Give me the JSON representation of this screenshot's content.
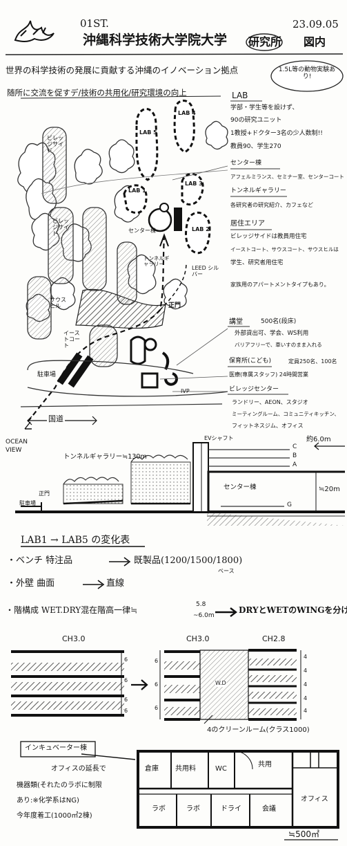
{
  "header": {
    "code": "01ST.",
    "title": "沖縄科学技術大学院大学",
    "tag": "研究所",
    "scale": "図内",
    "date": "23.09.05"
  },
  "intro": {
    "line1": "世界の科学技術の発展に貢献する沖縄のイノベーション拠点",
    "line2": "随所に交流を促すデ/技術の共用化/研究環境の向上",
    "bubble": "1.5L等の動物実験あり!"
  },
  "site_labels": {
    "lab1": "LAB 1",
    "lab2": "LAB 2",
    "lab3": "LAB 3",
    "lab4": "LAB 4",
    "lab5": "LAB 5",
    "center": "センター棟",
    "tunnel": "トンネルギャラリー",
    "leed": "LEED シルバー",
    "village_right": "ビレッジサイド",
    "village_left": "ビレッジサイド",
    "south": "サウスヒル",
    "east": "イーストコート",
    "parking": "駐車場",
    "main_gate": "正門",
    "national_road": "国道",
    "ocean_view": "OCEAN VIEW",
    "ivp": "IVP"
  },
  "notes": {
    "lab_title": "LAB",
    "lab_body": [
      "学部・学生等を設けず、",
      "90の研究ユニット",
      "1教授+ドクター3名の少人数制!!",
      "教員90、学生270"
    ],
    "center_title": "センター棟",
    "center_body": "アフェルミランス、セミナー室、センターコート",
    "tunnel_title": "トンネルギャラリー",
    "tunnel_body": "各研究者の研究紹介、カフェなど",
    "res_title": "居住エリア",
    "res_body": [
      "ビレッジサイドは教員用住宅",
      "イーストコート、サウスコート、サウスヒルは",
      "学生、研究者用住宅"
    ],
    "res_note": "家族用のアパートメントタイプもあり。",
    "hall_title": "講堂",
    "hall_spec": "500名(段床)",
    "hall_body": [
      "外部貸出可、学会、WS利用",
      "バリアフリーで、車いすのまま入れる"
    ],
    "nursery_title": "保育所(こども)",
    "nursery_spec": "定員250名、100名",
    "nursery_body": "医療(専属スタッフ) 24時間営業",
    "village_title": "ビレッジセンター",
    "village_body": [
      "ランドリー、AEON、スタジオ",
      "ミーティングルーム、コミュニティキッチン、",
      "フィットネスジム、オフィス"
    ]
  },
  "section": {
    "dim_label": "約6.0m",
    "ev_shaft": "EVシャフト",
    "tunnel_len": "トンネルギャラリー≒130m",
    "entrance": "正門",
    "parking": "駐車場",
    "center": "センター棟",
    "levels": [
      "C",
      "B",
      "A",
      "G"
    ],
    "height": "≒20m"
  },
  "changes": {
    "title": "LAB1 → LAB5 の変化表",
    "item1_a": "・ベンチ 特注品",
    "item1_b": "既製品(1200/1500/1800)",
    "item1_base": "ベース",
    "item2_a": "・外壁 曲面",
    "item2_b": "直線",
    "item3_a": "・階構成 WET.DRY混在階高一律≒",
    "item3_frac": "5.8",
    "item3_frac2": "~6.0m",
    "item3_b": "DRYとWETのWINGを分ける"
  },
  "plans": {
    "ch_left": "CH3.0",
    "ch_mid": "CH3.0",
    "ch_right": "CH2.8",
    "left_dims": [
      "6",
      "6",
      "6",
      "6"
    ],
    "right_dims_a": [
      "6",
      "6",
      "6"
    ],
    "right_dims_b": [
      "4",
      "4",
      "4",
      "4",
      "4"
    ],
    "hatch_label": "W.D",
    "clean_room": "4のクリーンルーム(クラス1000)"
  },
  "incubator": {
    "title": "インキュベーター棟",
    "body": [
      "オフィスの延長で",
      "機器類(それたのラボに制限",
      "あり:※化学系はNG)",
      "今年度着工(1000㎡2棟)"
    ]
  },
  "floorplan": {
    "rooms_top": [
      "倉庫",
      "共用料",
      "WC",
      "共用"
    ],
    "rooms_bottom": [
      "ラボ",
      "ラボ",
      "ドライ",
      "会議"
    ],
    "office": "オフィス",
    "area": "≒500㎡"
  }
}
